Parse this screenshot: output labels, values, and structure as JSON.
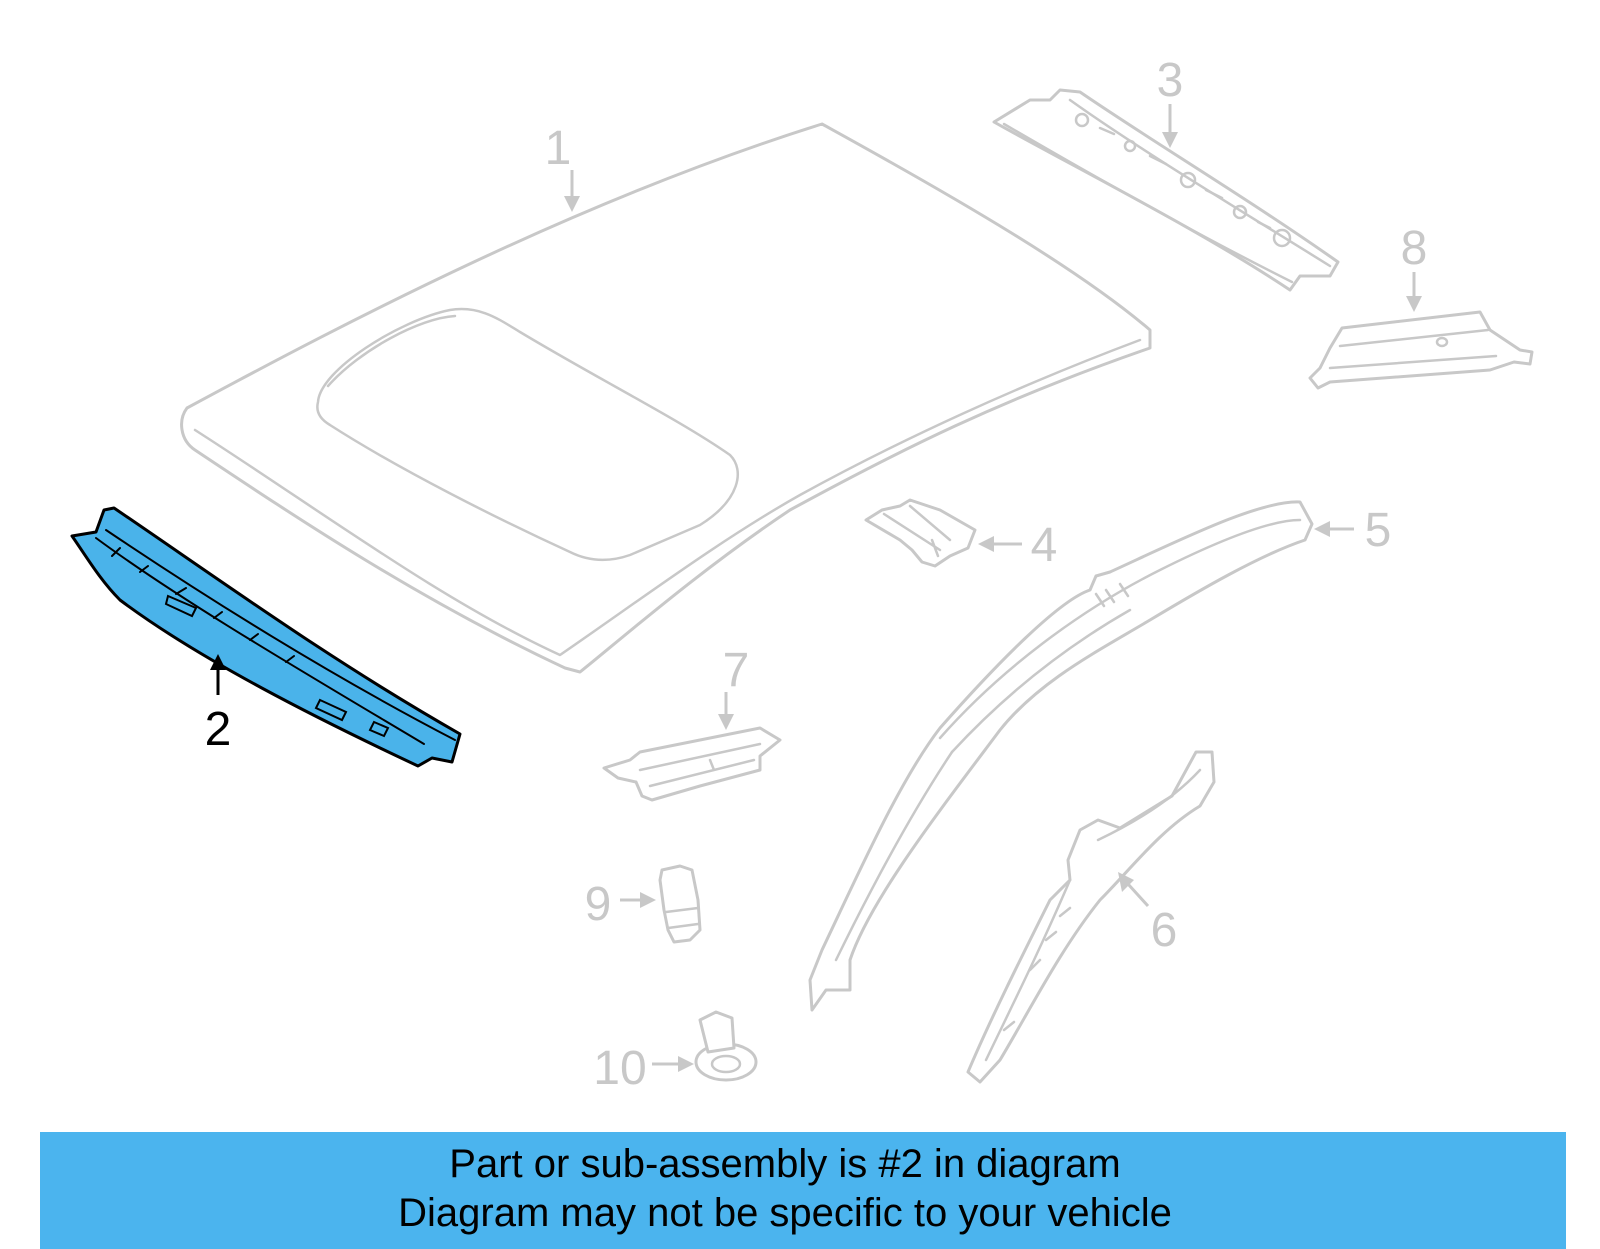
{
  "callouts": [
    "1",
    "2",
    "3",
    "4",
    "5",
    "6",
    "7",
    "8",
    "9",
    "10"
  ],
  "highlighted_part": "2",
  "notice": {
    "line1": "Part or sub-assembly is #2 in diagram",
    "line2": "Diagram may not be specific to your vehicle"
  },
  "colors": {
    "highlight": "#4ab3ea",
    "banner": "#4bb4ee",
    "part_outline": "#c8c8c8",
    "highlight_outline": "#000000"
  }
}
